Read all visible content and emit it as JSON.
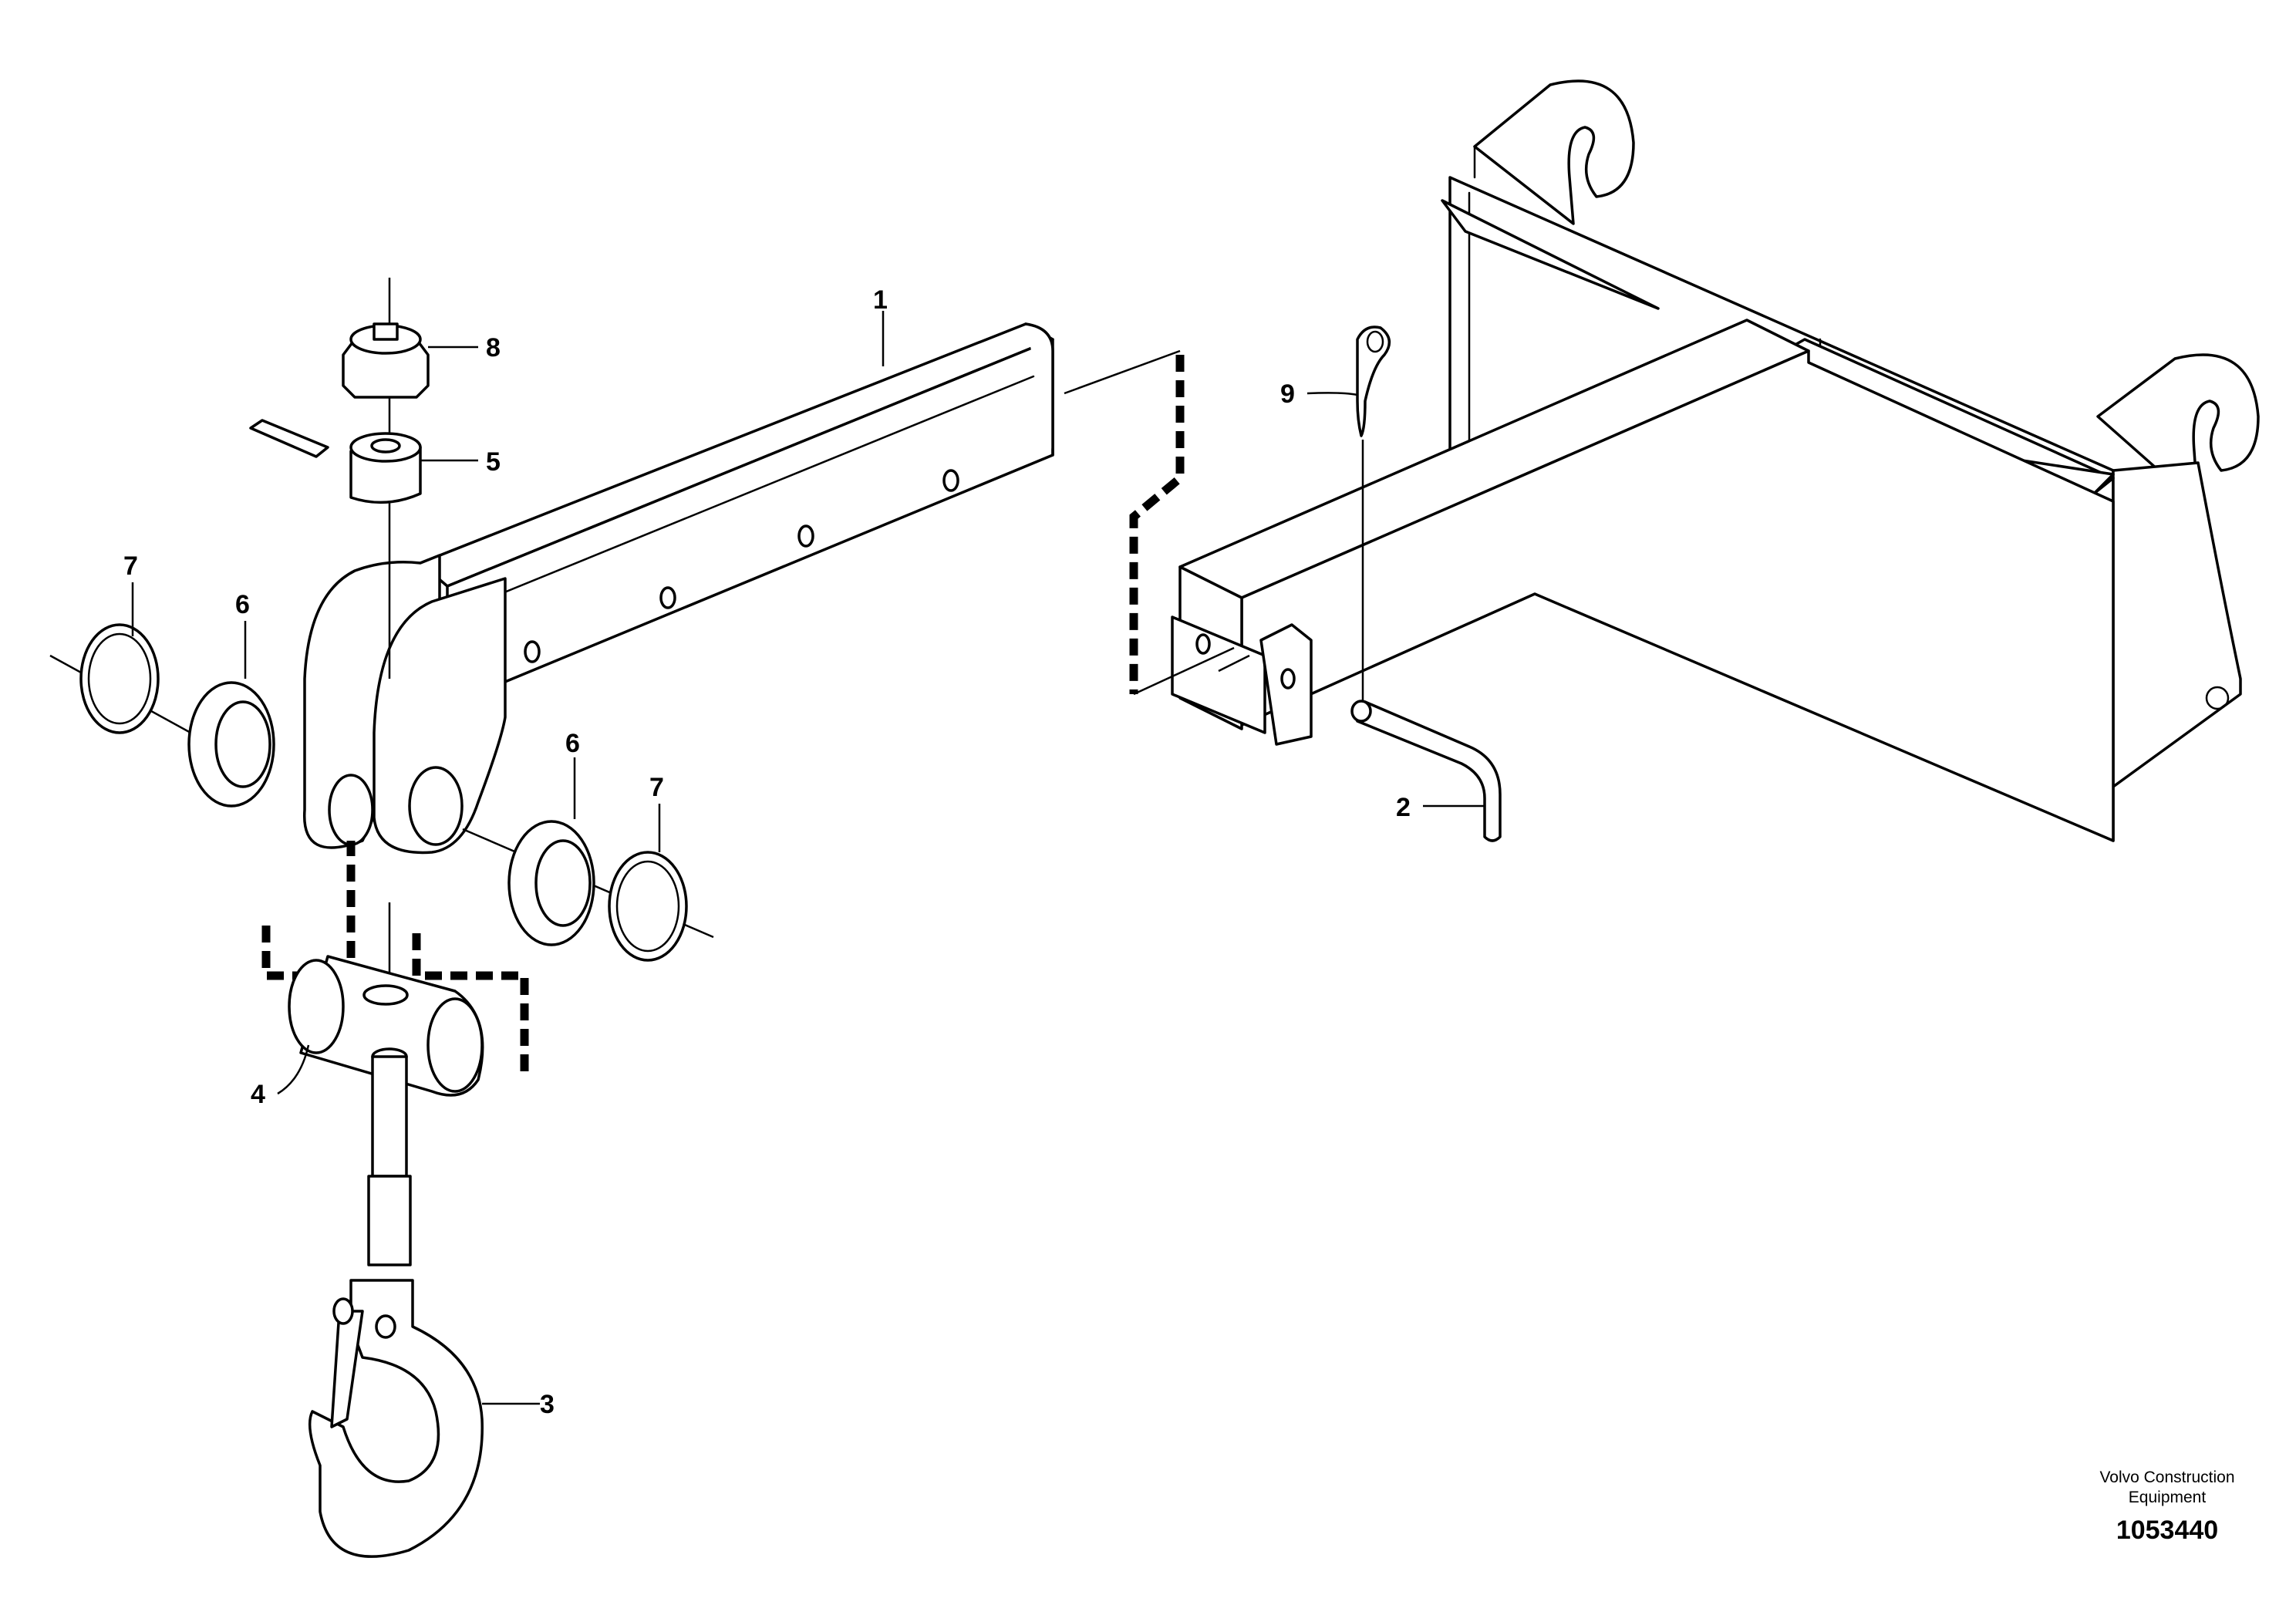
{
  "callouts": [
    {
      "id": "1",
      "label": "1"
    },
    {
      "id": "2",
      "label": "2"
    },
    {
      "id": "3",
      "label": "3"
    },
    {
      "id": "4",
      "label": "4"
    },
    {
      "id": "5",
      "label": "5"
    },
    {
      "id": "6a",
      "label": "6"
    },
    {
      "id": "6b",
      "label": "6"
    },
    {
      "id": "7a",
      "label": "7"
    },
    {
      "id": "7b",
      "label": "7"
    },
    {
      "id": "8",
      "label": "8"
    },
    {
      "id": "9",
      "label": "9"
    }
  ],
  "footer": {
    "brand_line1": "Volvo Construction",
    "brand_line2": "Equipment",
    "document_number": "1053440"
  }
}
